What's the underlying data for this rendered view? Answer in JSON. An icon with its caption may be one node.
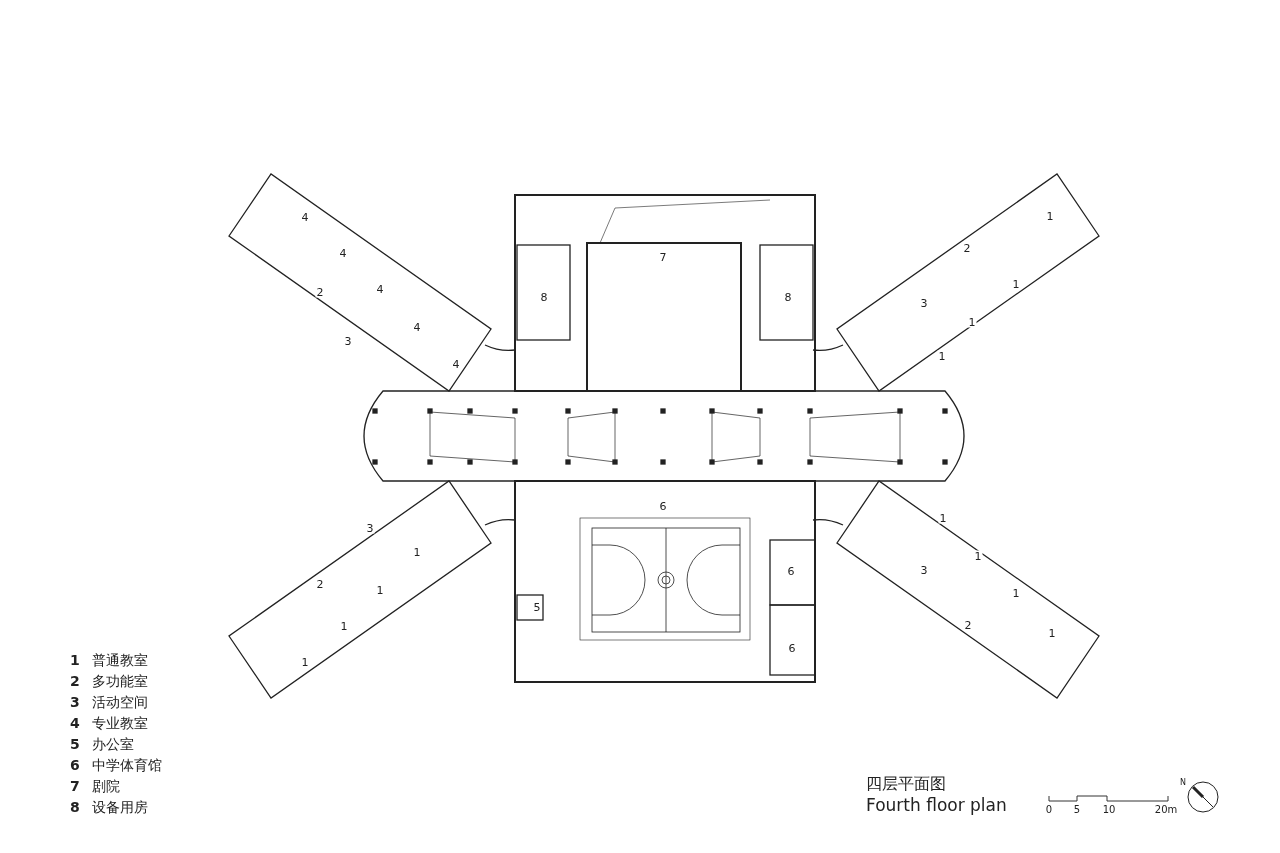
{
  "diagram": {
    "title": "四层平面图",
    "caption": "Fourth floor plan",
    "labels": [
      "4",
      "1",
      "2",
      "7",
      "4",
      "1",
      "4",
      "8",
      "8",
      "2",
      "3",
      "1",
      "4",
      "3",
      "1",
      "4",
      "6",
      "1",
      "3",
      "1",
      "1",
      "3",
      "6",
      "2",
      "1",
      "1",
      "5",
      "2",
      "1",
      "1",
      "6",
      "1",
      "1",
      "普通教室",
      "2",
      "多功能室",
      "3",
      "活动空间",
      "4",
      "专业教室",
      "5",
      "办公室",
      "6",
      "中学体育馆",
      "7",
      "剧院",
      "8",
      "设备用房",
      "0",
      "5",
      "10",
      "20m",
      "N"
    ]
  }
}
